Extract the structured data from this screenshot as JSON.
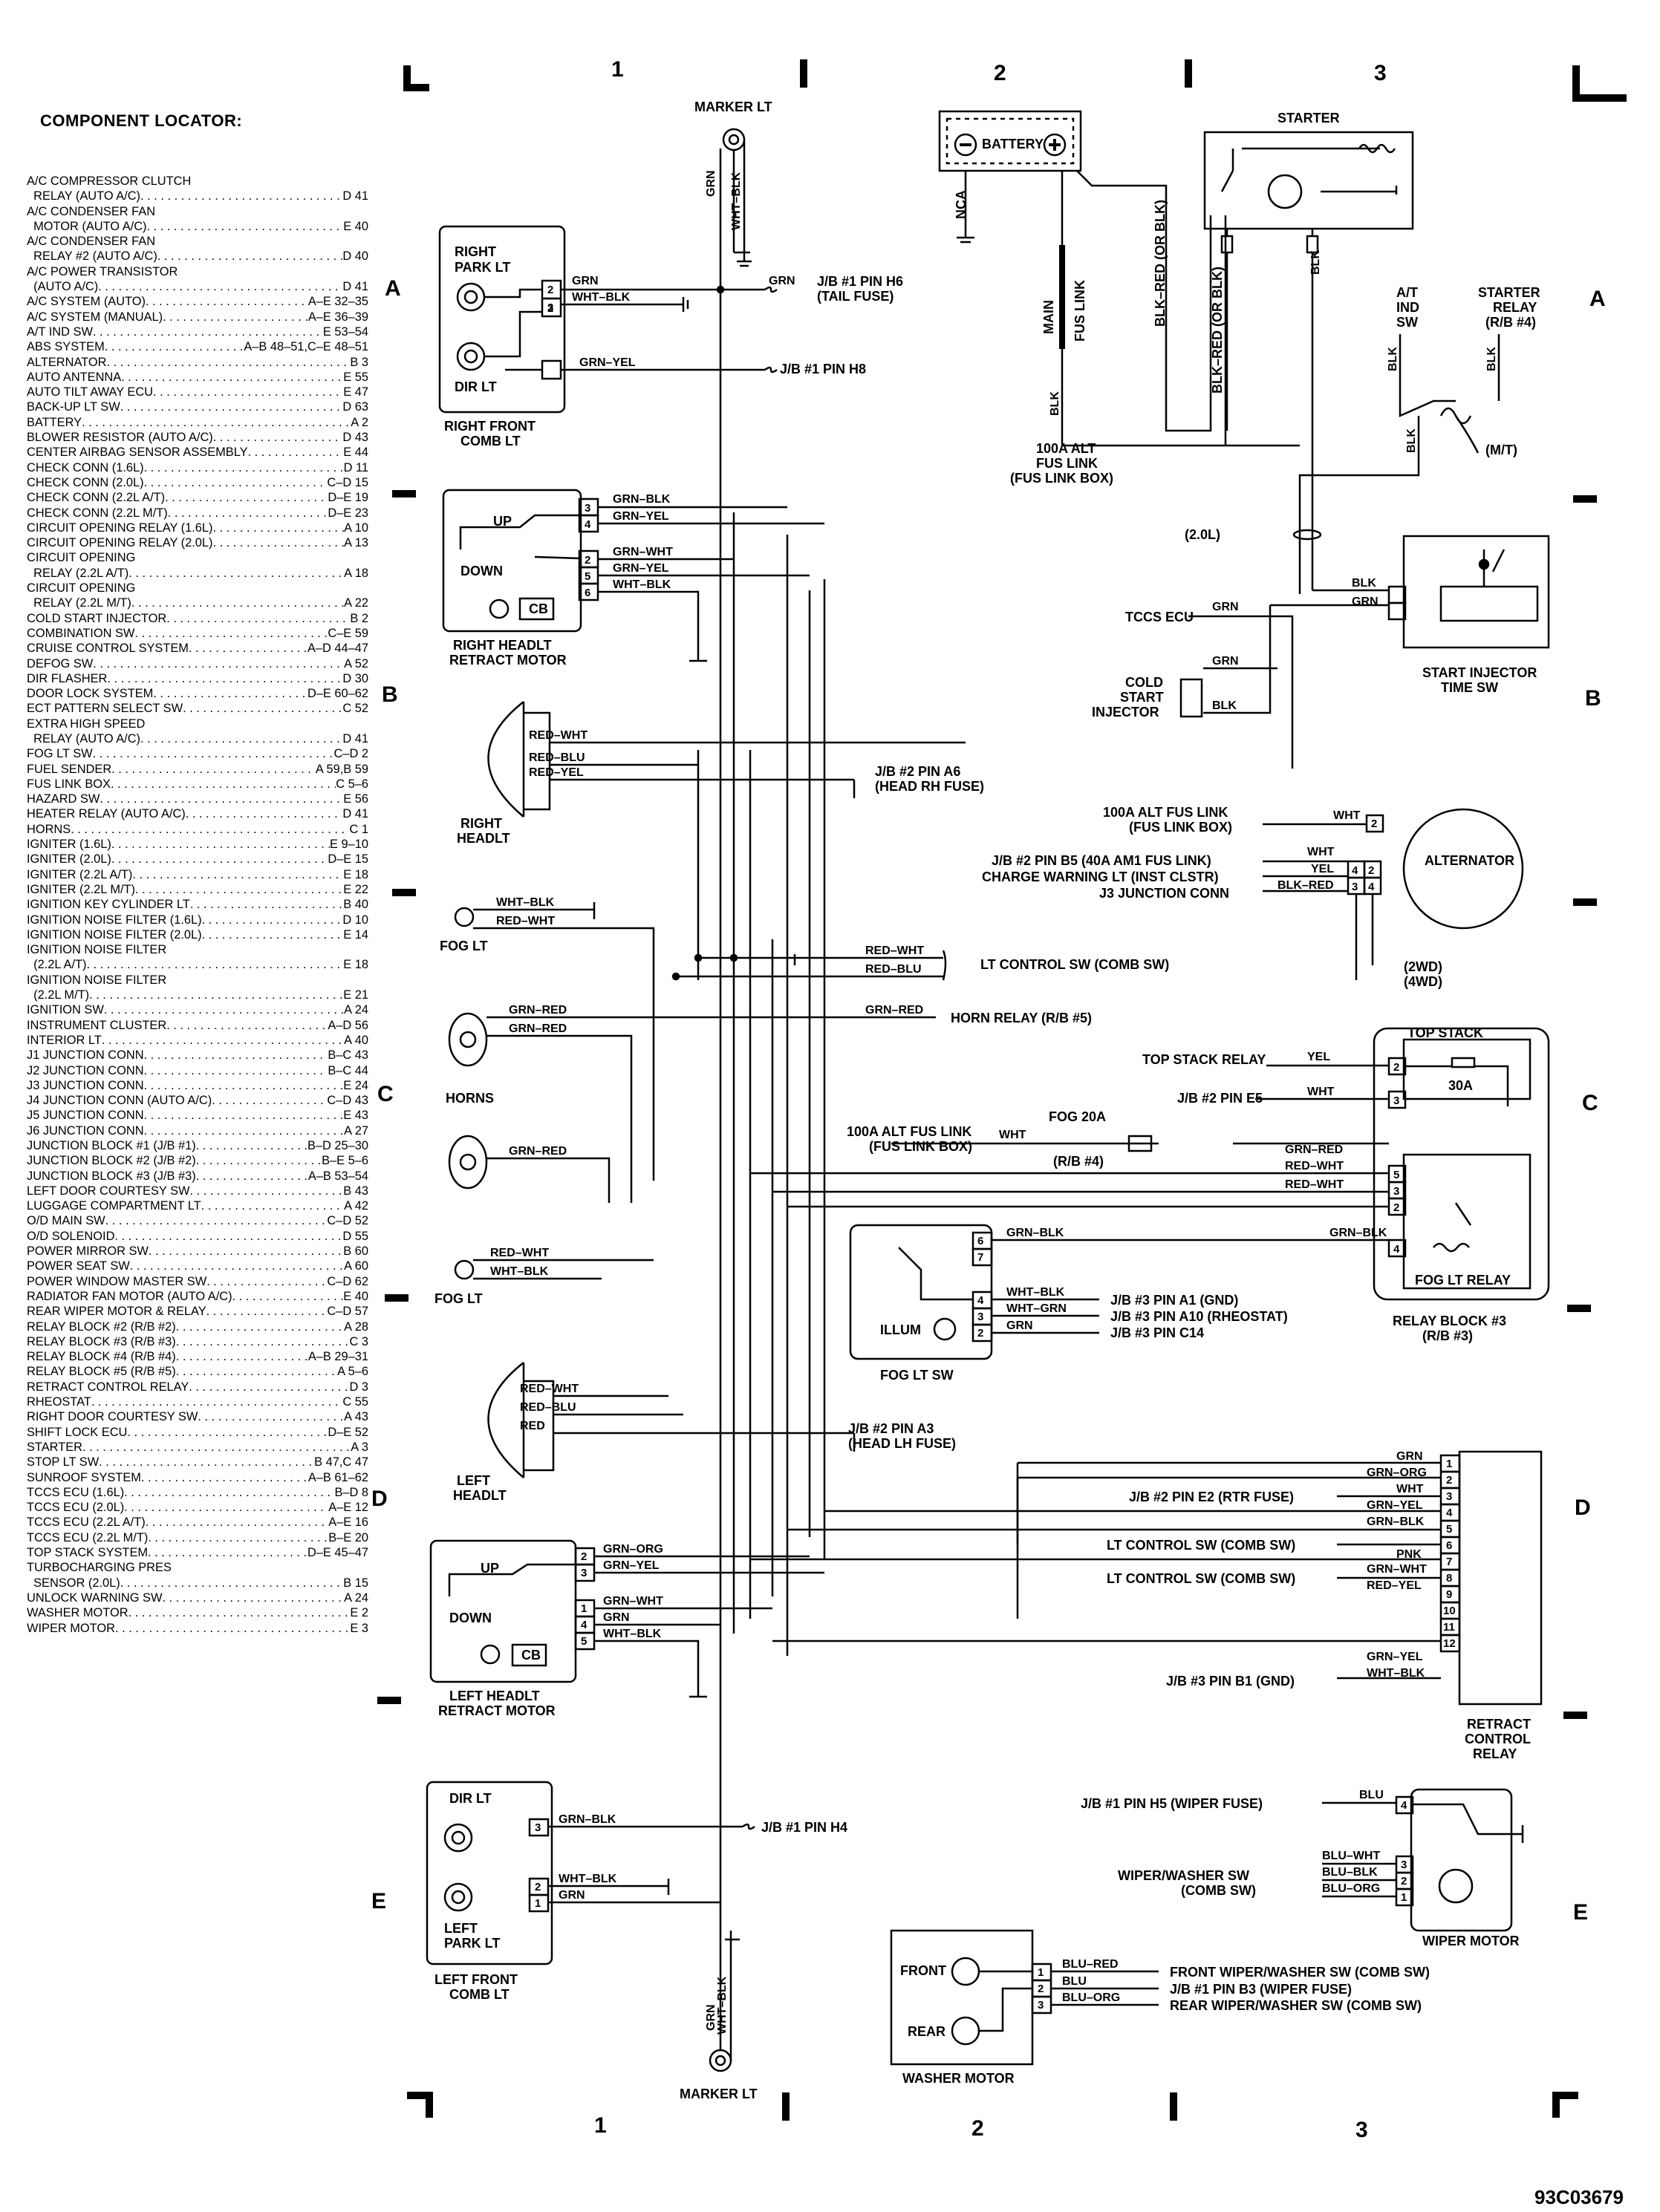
{
  "locator": {
    "heading": "COMPONENT LOCATOR:",
    "entries": [
      {
        "name": "A/C COMPRESSOR CLUTCH",
        "ref": ""
      },
      {
        "name": "  RELAY (AUTO A/C)",
        "ref": "D 41"
      },
      {
        "name": "A/C CONDENSER FAN",
        "ref": ""
      },
      {
        "name": "  MOTOR (AUTO A/C)",
        "ref": "E 40"
      },
      {
        "name": "A/C CONDENSER FAN",
        "ref": ""
      },
      {
        "name": "  RELAY #2 (AUTO A/C)",
        "ref": "D 40"
      },
      {
        "name": "A/C POWER TRANSISTOR",
        "ref": ""
      },
      {
        "name": "  (AUTO A/C)",
        "ref": "D 41"
      },
      {
        "name": "A/C SYSTEM (AUTO)",
        "ref": "A–E 32–35"
      },
      {
        "name": "A/C SYSTEM (MANUAL)",
        "ref": "A–E 36–39"
      },
      {
        "name": "A/T IND SW",
        "ref": "E 53–54"
      },
      {
        "name": "ABS SYSTEM",
        "ref": "A–B 48–51,C–E 48–51"
      },
      {
        "name": "ALTERNATOR",
        "ref": "B 3"
      },
      {
        "name": "AUTO ANTENNA",
        "ref": "E 55"
      },
      {
        "name": "AUTO TILT AWAY ECU",
        "ref": "E 47"
      },
      {
        "name": "BACK-UP LT SW",
        "ref": "D 63"
      },
      {
        "name": "BATTERY",
        "ref": "A 2"
      },
      {
        "name": "BLOWER RESISTOR (AUTO A/C)",
        "ref": "D 43"
      },
      {
        "name": "CENTER AIRBAG SENSOR ASSEMBLY",
        "ref": "E 44"
      },
      {
        "name": "CHECK CONN (1.6L)",
        "ref": "D 11"
      },
      {
        "name": "CHECK CONN (2.0L)",
        "ref": "C–D 15"
      },
      {
        "name": "CHECK CONN (2.2L A/T)",
        "ref": "D–E 19"
      },
      {
        "name": "CHECK CONN (2.2L M/T)",
        "ref": "D–E 23"
      },
      {
        "name": "CIRCUIT OPENING RELAY (1.6L)",
        "ref": "A 10"
      },
      {
        "name": "CIRCUIT OPENING RELAY (2.0L)",
        "ref": "A 13"
      },
      {
        "name": "CIRCUIT OPENING",
        "ref": ""
      },
      {
        "name": "  RELAY (2.2L A/T)",
        "ref": "A 18"
      },
      {
        "name": "CIRCUIT OPENING",
        "ref": ""
      },
      {
        "name": "  RELAY (2.2L M/T)",
        "ref": "A 22"
      },
      {
        "name": "COLD START INJECTOR",
        "ref": "B 2"
      },
      {
        "name": "COMBINATION SW",
        "ref": "C–E 59"
      },
      {
        "name": "CRUISE CONTROL SYSTEM",
        "ref": "A–D 44–47"
      },
      {
        "name": "DEFOG SW",
        "ref": "A 52"
      },
      {
        "name": "DIR FLASHER",
        "ref": "D 30"
      },
      {
        "name": "DOOR LOCK SYSTEM",
        "ref": "D–E 60–62"
      },
      {
        "name": "ECT PATTERN SELECT SW",
        "ref": "C 52"
      },
      {
        "name": "EXTRA HIGH SPEED",
        "ref": ""
      },
      {
        "name": "  RELAY (AUTO A/C)",
        "ref": "D 41"
      },
      {
        "name": "FOG LT SW",
        "ref": "C–D 2"
      },
      {
        "name": "FUEL SENDER",
        "ref": "A 59,B 59"
      },
      {
        "name": "FUS LINK BOX",
        "ref": "C 5–6"
      },
      {
        "name": "HAZARD SW",
        "ref": "E 56"
      },
      {
        "name": "HEATER RELAY (AUTO A/C)",
        "ref": "D 41"
      },
      {
        "name": "HORNS",
        "ref": "C 1"
      },
      {
        "name": "IGNITER (1.6L)",
        "ref": "E 9–10"
      },
      {
        "name": "IGNITER (2.0L)",
        "ref": "D–E 15"
      },
      {
        "name": "IGNITER (2.2L A/T)",
        "ref": "E 18"
      },
      {
        "name": "IGNITER (2.2L M/T)",
        "ref": "E 22"
      },
      {
        "name": "IGNITION KEY CYLINDER LT",
        "ref": "B 40"
      },
      {
        "name": "IGNITION NOISE FILTER (1.6L)",
        "ref": "D 10"
      },
      {
        "name": "IGNITION NOISE FILTER (2.0L)",
        "ref": "E 14"
      },
      {
        "name": "IGNITION NOISE FILTER",
        "ref": ""
      },
      {
        "name": "  (2.2L A/T)",
        "ref": "E 18"
      },
      {
        "name": "IGNITION NOISE FILTER",
        "ref": ""
      },
      {
        "name": "  (2.2L M/T)",
        "ref": "E 21"
      },
      {
        "name": "IGNITION SW",
        "ref": "A 24"
      },
      {
        "name": "INSTRUMENT CLUSTER",
        "ref": "A–D 56"
      },
      {
        "name": "INTERIOR LT",
        "ref": "A 40"
      },
      {
        "name": "J1 JUNCTION CONN",
        "ref": "B–C 43"
      },
      {
        "name": "J2 JUNCTION CONN",
        "ref": "B–C 44"
      },
      {
        "name": "J3 JUNCTION CONN",
        "ref": "E 24"
      },
      {
        "name": "J4 JUNCTION CONN (AUTO A/C)",
        "ref": "C–D 43"
      },
      {
        "name": "J5 JUNCTION CONN",
        "ref": "E 43"
      },
      {
        "name": "J6 JUNCTION CONN",
        "ref": "A 27"
      },
      {
        "name": "JUNCTION BLOCK #1 (J/B #1)",
        "ref": "B–D 25–30"
      },
      {
        "name": "JUNCTION BLOCK #2 (J/B #2)",
        "ref": "B–E 5–6"
      },
      {
        "name": "JUNCTION BLOCK #3 (J/B #3)",
        "ref": "A–B 53–54"
      },
      {
        "name": "LEFT DOOR COURTESY SW",
        "ref": "B 43"
      },
      {
        "name": "LUGGAGE COMPARTMENT LT",
        "ref": "A 42"
      },
      {
        "name": "O/D MAIN SW",
        "ref": "C–D 52"
      },
      {
        "name": "O/D SOLENOID",
        "ref": "D 55"
      },
      {
        "name": "POWER MIRROR SW",
        "ref": "B 60"
      },
      {
        "name": "POWER SEAT SW",
        "ref": "A 60"
      },
      {
        "name": "POWER WINDOW MASTER SW",
        "ref": "C–D 62"
      },
      {
        "name": "RADIATOR FAN MOTOR (AUTO A/C)",
        "ref": "E 40"
      },
      {
        "name": "REAR WIPER MOTOR & RELAY",
        "ref": "C–D 57"
      },
      {
        "name": "RELAY BLOCK #2 (R/B #2)",
        "ref": "A 28"
      },
      {
        "name": "RELAY BLOCK #3 (R/B #3)",
        "ref": "C 3"
      },
      {
        "name": "RELAY BLOCK #4 (R/B #4)",
        "ref": "A–B 29–31"
      },
      {
        "name": "RELAY BLOCK #5 (R/B #5)",
        "ref": "A 5–6"
      },
      {
        "name": "RETRACT CONTROL RELAY",
        "ref": "D 3"
      },
      {
        "name": "RHEOSTAT",
        "ref": "C 55"
      },
      {
        "name": "RIGHT DOOR COURTESY SW",
        "ref": "A 43"
      },
      {
        "name": "SHIFT LOCK ECU",
        "ref": "D–E 52"
      },
      {
        "name": "STARTER",
        "ref": "A 3"
      },
      {
        "name": "STOP LT SW",
        "ref": "B 47,C 47"
      },
      {
        "name": "SUNROOF SYSTEM",
        "ref": "A–B 61–62"
      },
      {
        "name": "TCCS ECU (1.6L)",
        "ref": "B–D 8"
      },
      {
        "name": "TCCS ECU (2.0L)",
        "ref": "A–E 12"
      },
      {
        "name": "TCCS ECU (2.2L A/T)",
        "ref": "A–E 16"
      },
      {
        "name": "TCCS ECU (2.2L M/T)",
        "ref": "B–E 20"
      },
      {
        "name": "TOP STACK SYSTEM",
        "ref": "D–E 45–47"
      },
      {
        "name": "TURBOCHARGING PRES",
        "ref": ""
      },
      {
        "name": "  SENSOR (2.0L)",
        "ref": "B 15"
      },
      {
        "name": "UNLOCK WARNING SW",
        "ref": "A 24"
      },
      {
        "name": "WASHER MOTOR",
        "ref": "E 2"
      },
      {
        "name": "WIPER MOTOR",
        "ref": "E 3"
      }
    ]
  },
  "grid": {
    "columns": [
      "1",
      "2",
      "3"
    ],
    "rows": [
      "A",
      "B",
      "C",
      "D",
      "E"
    ]
  },
  "figure_id": "93C03679",
  "labels": {
    "marker_lt": "MARKER LT",
    "right_park_lt": [
      "RIGHT",
      "PARK LT"
    ],
    "dir_lt": "DIR LT",
    "right_front_comb": [
      "RIGHT FRONT",
      "COMB LT"
    ],
    "battery": "BATTERY",
    "starter": "STARTER",
    "nca": "NCA",
    "main_fus_link": [
      "MAIN",
      "FUS LINK"
    ],
    "alt_fus_link_a": [
      "100A ALT",
      "FUS LINK",
      "(FUS LINK BOX)"
    ],
    "blk_red_or_blk": "BLK–RED (OR BLK)",
    "at_ind_sw": [
      "A/T",
      "IND",
      "SW"
    ],
    "starter_relay": [
      "STARTER",
      "RELAY",
      "(R/B #4)"
    ],
    "mt": "(M/T)",
    "l20": "(2.0L)",
    "tccs_ecu": "TCCS ECU",
    "cold_start_injector": [
      "COLD",
      "START",
      "INJECTOR"
    ],
    "start_injector_time_sw": [
      "START INJECTOR",
      "TIME SW"
    ],
    "jb1_h6": [
      "J/B #1 PIN H6",
      "(TAIL FUSE)"
    ],
    "jb1_h8": "J/B #1 PIN H8",
    "up": "UP",
    "down": "DOWN",
    "cb": "CB",
    "right_headlt_retract": [
      "RIGHT HEADLT",
      "RETRACT MOTOR"
    ],
    "right_headlt": [
      "RIGHT",
      "HEADLT"
    ],
    "jb2_a6": [
      "J/B #2 PIN A6",
      "(HEAD RH FUSE)"
    ],
    "alt_fus_link_b": [
      "100A ALT FUS LINK",
      "(FUS LINK BOX)"
    ],
    "jb2_b5": "J/B #2 PIN B5 (40A AM1 FUS LINK)",
    "charge_warning": "CHARGE WARNING LT (INST CLSTR)",
    "j3_junction": "J3 JUNCTION CONN",
    "alternator": "ALTERNATOR",
    "wd2": "(2WD)",
    "wd4": "(4WD)",
    "fog_lt": "FOG LT",
    "lt_control_sw": "LT CONTROL SW (COMB SW)",
    "horns": "HORNS",
    "horn_relay": "HORN RELAY (R/B #5)",
    "top_stack": "TOP STACK",
    "top_stack_relay": "TOP STACK RELAY",
    "a30": "30A",
    "jb2_e5": "J/B #2 PIN E5",
    "alt_fus_link_c": [
      "100A ALT FUS LINK",
      "(FUS LINK BOX)"
    ],
    "fog_20a": [
      "FOG 20A",
      "(R/B #4)"
    ],
    "fog_lt_relay": "FOG LT RELAY",
    "relay_block_3": [
      "RELAY BLOCK #3",
      "(R/B #3)"
    ],
    "illum": "ILLUM",
    "fog_lt_sw": "FOG LT SW",
    "jb3_a1": "J/B #3 PIN A1 (GND)",
    "jb3_a10": "J/B #3 PIN A10 (RHEOSTAT)",
    "jb3_c14": "J/B #3 PIN C14",
    "left_headlt": [
      "LEFT",
      "HEADLT"
    ],
    "jb2_a3": [
      "J/B #2 PIN A3",
      "(HEAD LH FUSE)"
    ],
    "jb2_e2": "J/B #2 PIN E2 (RTR FUSE)",
    "lt_control_sw_2": "LT CONTROL SW (COMB SW)",
    "lt_control_sw_3": "LT CONTROL SW (COMB SW)",
    "jb3_b1": "J/B #3 PIN B1 (GND)",
    "retract_control_relay": [
      "RETRACT",
      "CONTROL",
      "RELAY"
    ],
    "left_headlt_retract": [
      "LEFT HEADLT",
      "RETRACT MOTOR"
    ],
    "jb1_h4": "J/B #1 PIN H4",
    "left_park_lt": [
      "LEFT",
      "PARK LT"
    ],
    "left_front_comb": [
      "LEFT FRONT",
      "COMB LT"
    ],
    "jb1_h5": "J/B #1 PIN H5 (WIPER FUSE)",
    "wiper_washer_sw": [
      "WIPER/WASHER SW",
      "(COMB SW)"
    ],
    "wiper_motor": "WIPER MOTOR",
    "front": "FRONT",
    "rear": "REAR",
    "washer_motor": "WASHER MOTOR",
    "front_wiper_sw": "FRONT WIPER/WASHER SW (COMB SW)",
    "jb1_b3": "J/B #1 PIN B3 (WIPER FUSE)",
    "rear_wiper_sw": "REAR WIPER/WASHER SW (COMB SW)"
  },
  "wires": {
    "GRN": "GRN",
    "WHT_BLK": "WHT–BLK",
    "GRN_YEL": "GRN–YEL",
    "GRN_BLK": "GRN–BLK",
    "GRN_WHT": "GRN–WHT",
    "BLK": "BLK",
    "RED_WHT": "RED–WHT",
    "RED_BLU": "RED–BLU",
    "RED_YEL": "RED–YEL",
    "WHT": "WHT",
    "YEL": "YEL",
    "BLK_RED": "BLK–RED",
    "GRN_RED": "GRN–RED",
    "WHT_GRN": "WHT–GRN",
    "RED": "RED",
    "GRN_ORG": "GRN–ORG",
    "PNK": "PNK",
    "BLU": "BLU",
    "BLU_WHT": "BLU–WHT",
    "BLU_BLK": "BLU–BLK",
    "BLU_ORG": "BLU–ORG",
    "BLU_RED": "BLU–RED"
  },
  "pins": [
    "1",
    "2",
    "3",
    "4",
    "5",
    "6",
    "7",
    "8",
    "9",
    "10",
    "11",
    "12"
  ]
}
